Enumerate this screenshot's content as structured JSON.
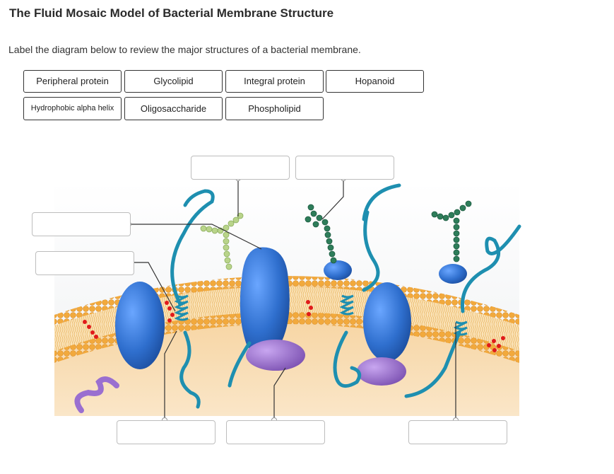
{
  "header": {
    "title": "The Fluid Mosaic Model of Bacterial Membrane Structure",
    "instruction": "Label the diagram below to review the major structures of a bacterial membrane."
  },
  "label_bank": [
    "Peripheral protein",
    "Glycolipid",
    "Integral protein",
    "Hopanoid",
    "Hydrophobic alpha helix",
    "Oligosaccharide",
    "Phospholipid"
  ],
  "colors": {
    "membrane_orange": "#f2a93c",
    "membrane_tail": "#f6cf8a",
    "cytoplasm": "#f8dcb4",
    "protein_blue": "#2f6fce",
    "protein_purple": "#8c5fc0",
    "chain_teal": "#1e8fb0",
    "sugar_green": "#2e7d5a",
    "sugar_light": "#b9d48a",
    "hopanoid_red": "#e01a1a"
  }
}
